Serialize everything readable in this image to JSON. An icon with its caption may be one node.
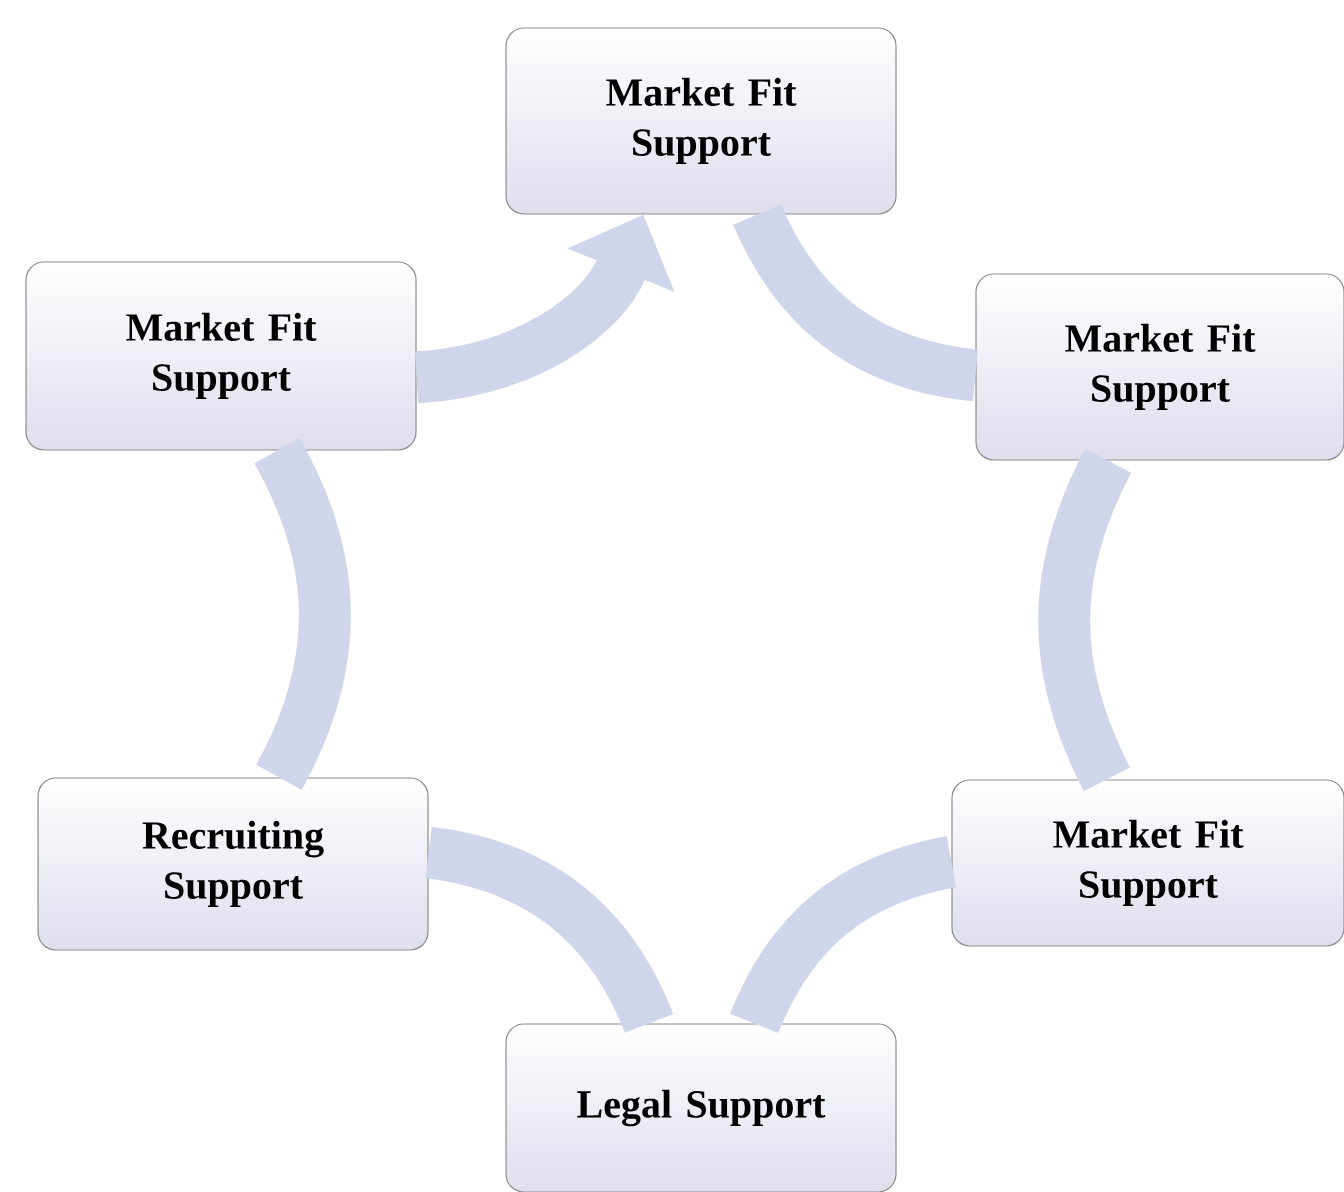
{
  "diagram": {
    "nodes": [
      {
        "text": [
          "Market Fit Support"
        ]
      },
      {
        "text": [
          "Market Fit Support"
        ]
      },
      {
        "text": [
          "Market Fit Support"
        ]
      },
      {
        "text": [
          "Legal Support"
        ]
      },
      {
        "text": [
          "Recruiting Support"
        ]
      },
      {
        "text": [
          "Market Fit Support"
        ]
      }
    ],
    "edges": [
      {
        "from": 0,
        "to": 1,
        "arrow": "none"
      },
      {
        "from": 1,
        "to": 2,
        "arrow": "none"
      },
      {
        "from": 2,
        "to": 3,
        "arrow": "none"
      },
      {
        "from": 3,
        "to": 4,
        "arrow": "none"
      },
      {
        "from": 4,
        "to": 5,
        "arrow": "none"
      },
      {
        "from": 5,
        "to": 0,
        "arrow": "to"
      }
    ]
  }
}
